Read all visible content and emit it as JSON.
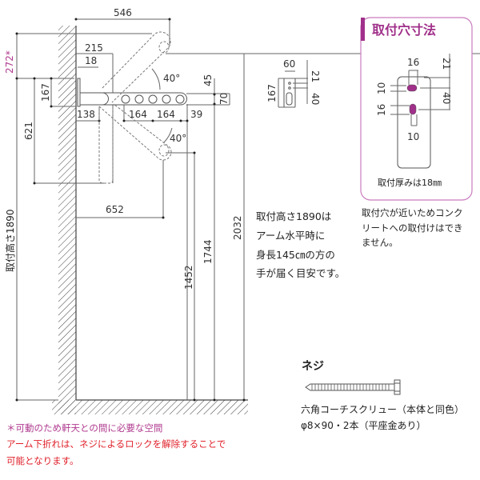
{
  "dimensions": {
    "d546": "546",
    "d272": "272*",
    "d215": "215",
    "d18": "18",
    "d167": "167",
    "d621": "621",
    "d138": "138",
    "d164a": "164",
    "d164b": "164",
    "d39": "39",
    "d45": "45",
    "d70": "70",
    "angle_up": "40°",
    "angle_down": "40°",
    "d652": "652",
    "d1452": "1452",
    "d1744": "1744",
    "d2032": "2032",
    "install_height": "取付高さ1890",
    "side_60": "60",
    "side_167": "167",
    "side_21": "21",
    "side_40": "40"
  },
  "hole_box": {
    "title": "取付穴寸法",
    "d16_top": "16",
    "d21": "21",
    "d10_left": "10",
    "d16_left": "16",
    "d40": "40",
    "d10_bottom": "10",
    "thickness": "取付厚みは18㎜",
    "accent": "#a0308a"
  },
  "notes": {
    "reach": [
      "取付高さ1890は",
      "アーム水平時に",
      "身長145㎝の方の",
      "手が届く目安です。"
    ],
    "concrete": [
      "取付穴が近いためコンク",
      "リートへの取付けはでき",
      "ません。"
    ],
    "clearance": "＊可動のため軒天との間に必要な空間",
    "fold": [
      "アーム下折れは、ネジによるロックを解除することで",
      "可能となります。"
    ]
  },
  "screw": {
    "title": "ネジ",
    "desc1": "六角コーチスクリュー（本体と同色）",
    "desc2": "φ8×90・2本（平座金あり）"
  }
}
